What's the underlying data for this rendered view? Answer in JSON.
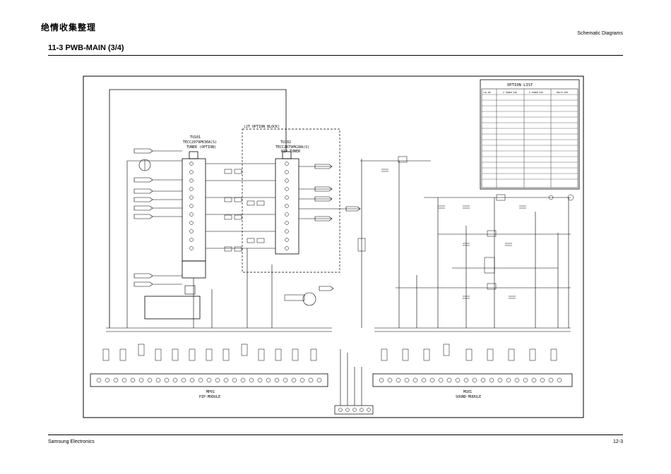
{
  "header": {
    "watermark": "绝情收集整理",
    "section_label": "Schematic Diagrams",
    "title": "11-3 PWB-MAIN (3/4)"
  },
  "footer": {
    "company": "Samsung Electronics",
    "page": "12-3"
  },
  "schematic": {
    "tuner_main": {
      "ref": "TU101",
      "part": "TECC2979PK30A(S)",
      "desc": "TUNER (OPTION)"
    },
    "tuner_pip": {
      "ref": "TU102",
      "part": "TECC2879PK28A(S)",
      "desc": "PIP-TUNER"
    },
    "option_block_label": "(2T OPTION BLOCK)",
    "pip_module": {
      "ref": "MP01",
      "desc": "PIP-MODULE"
    },
    "sound_module": {
      "ref": "MS01",
      "desc": "SOUND-MODULE"
    },
    "option_list": {
      "title": "OPTION LIST",
      "columns": [
        "LOC.NO",
        "2 TUNER PIP",
        "2 TUNER PIP",
        "MULTI-PIP"
      ]
    }
  }
}
